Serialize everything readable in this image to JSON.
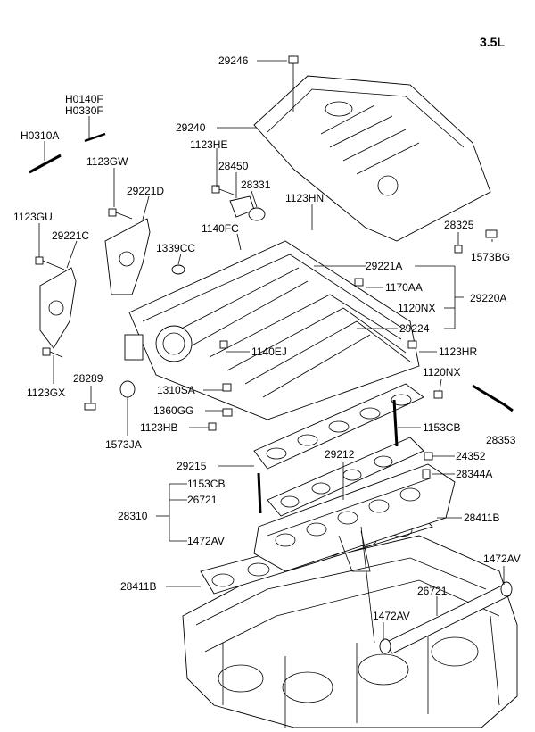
{
  "engine_label": "3.5L",
  "parts": {
    "p29246": "29246",
    "p29240": "29240",
    "pH0140F": "H0140F",
    "pH0330F": "H0330F",
    "pH0310A": "H0310A",
    "p1123HE": "1123HE",
    "p28450": "28450",
    "p1123GW": "1123GW",
    "p29221D": "29221D",
    "p28331": "28331",
    "p1123HN": "1123HN",
    "p1123GU": "1123GU",
    "p29221C": "29221C",
    "p1339CC": "1339CC",
    "p1140FC": "1140FC",
    "p28325": "28325",
    "p1573BG": "1573BG",
    "p29221A": "29221A",
    "p1170AA": "1170AA",
    "p29220A": "29220A",
    "p1120NX_a": "1120NX",
    "p29224": "29224",
    "p1140EJ": "1140EJ",
    "p1123HR": "1123HR",
    "p28289": "28289",
    "p1123GX": "1123GX",
    "p1310SA": "1310SA",
    "p1120NX_b": "1120NX",
    "p1360GG": "1360GG",
    "p1123HB": "1123HB",
    "p1153CB_a": "1153CB",
    "p28353": "28353",
    "p1573JA": "1573JA",
    "p29215": "29215",
    "p29212": "29212",
    "p24352": "24352",
    "p1153CB_b": "1153CB",
    "p28344A": "28344A",
    "p26721_a": "26721",
    "p28310": "28310",
    "p28411B_a": "28411B",
    "p1472AV_a": "1472AV",
    "p1472AV_b": "1472AV",
    "p28411B_b": "28411B",
    "p26721_b": "26721",
    "p1472AV_c": "1472AV"
  }
}
